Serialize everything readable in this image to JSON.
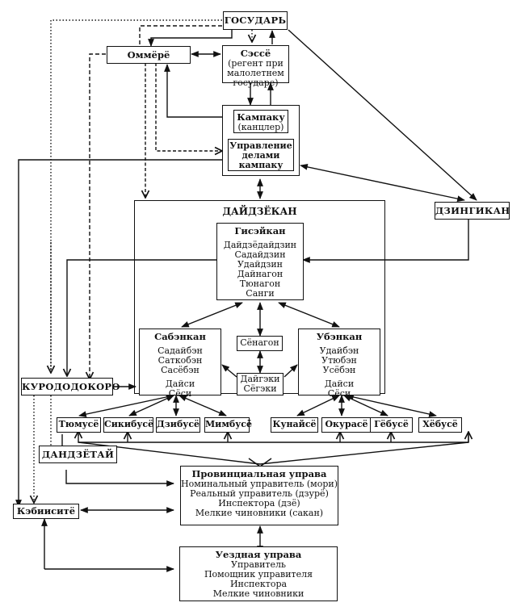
{
  "nodes": {
    "gosudar": {
      "label": "ГОСУДАРЬ"
    },
    "ommere": {
      "label": "Оммёрё"
    },
    "sesse": {
      "lines": [
        "Сэссё",
        "(регент при",
        "малолетнем",
        "государе)"
      ]
    },
    "kampaku": {
      "lines": [
        "Кампаку",
        "(канцлер)"
      ]
    },
    "upravlenie_kampaku": {
      "lines": [
        "Управление",
        "делами",
        "кампаку"
      ]
    },
    "daidzekan": {
      "label": "ДАЙДЗЁКАН"
    },
    "giseikan": {
      "title": "Гисэйкан",
      "lines": [
        "Дайдзёдайдзин",
        "Садайдзин",
        "Удайдзин",
        "Дайнагон",
        "Тюнагон",
        "Санги"
      ]
    },
    "dzingikan": {
      "label": "ДЗИНГИКАН"
    },
    "sabenkan": {
      "title": "Сабэнкан",
      "lines": [
        "Садайбэн",
        "Саткобэн",
        "Сасёбэн"
      ],
      "lines2": [
        "Дайси",
        "Сёси"
      ]
    },
    "ubenkan": {
      "title": "Убэнкан",
      "lines": [
        "Удайбэн",
        "Утюбэн",
        "Усёбэн"
      ],
      "lines2": [
        "Дайси",
        "Сёси"
      ]
    },
    "sepagon": {
      "label": "Сёнагон"
    },
    "daigeki": {
      "lines": [
        "Дайгэки",
        "Сёгэки"
      ]
    },
    "kurododokoro": {
      "label": "КУРОДОДОКОРО"
    },
    "ministries_left": [
      "Тюмусё",
      "Сикибусё",
      "Дзибусё",
      "Мимбусё"
    ],
    "ministries_right": [
      "Кунайсё",
      "Окурасё",
      "Гёбусё",
      "Хёбусё"
    ],
    "dandzetai": {
      "label": "ДАНДЗЁТАЙ"
    },
    "provincial": {
      "title": "Провинциальная управа",
      "lines": [
        "Номинальный управитель (мори)",
        "Реальный управитель (дзурё)",
        "Инспектора (дзё)",
        "Мелкие чиновники (сакан)"
      ]
    },
    "kebiishi": {
      "label": "Кэбииситё"
    },
    "district": {
      "title": "Уездная управа",
      "lines": [
        "Управитель",
        "Помощник управителя",
        "Инспектора",
        "Мелкие чиновники"
      ]
    }
  }
}
